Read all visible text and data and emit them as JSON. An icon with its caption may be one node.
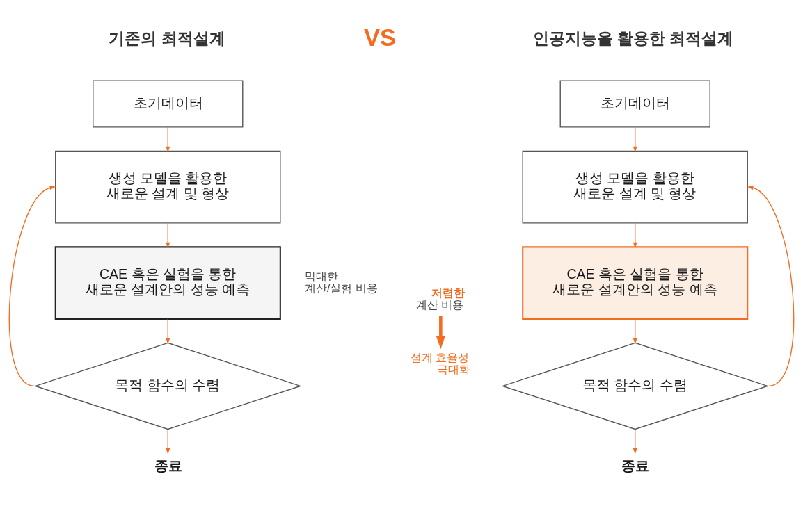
{
  "diagram": {
    "nodes": [
      {
        "text": [
          "초기데이터"
        ]
      },
      {
        "text": [
          "생성 모델을 활용한 새로운 설계 및 형상"
        ]
      },
      {
        "text": [
          "CAE 혹은 실험을 통한 새로운 설계안의 성능 예측"
        ],
        "beside": [
          "막대한 계산/실험 비용"
        ]
      },
      {
        "text": [
          "목적 함수의 수렴"
        ]
      },
      {
        "text": [
          "종료"
        ]
      },
      {
        "text": [
          "초기데이터"
        ]
      },
      {
        "text": [
          "생성 모델을 활용한 새로운 설계 및 형상"
        ]
      },
      {
        "text": [
          "CAE 혹은 실험을 통한 새로운 설계안의 성능 예측"
        ]
      },
      {
        "text": [
          "**저렴한** 계산 비용"
        ]
      },
      {
        "text": [
          "설계 효율성 극대화"
        ]
      },
      {
        "text": [
          "목적 함수의 수렴"
        ]
      },
      {
        "text": [
          "종료"
        ]
      }
    ],
    "edges": [
      {
        "from": 0,
        "to": 1,
        "arrow": "to"
      },
      {
        "from": 1,
        "to": 2,
        "arrow": "to"
      },
      {
        "from": 2,
        "to": 3,
        "arrow": "to"
      },
      {
        "from": 3,
        "to": 4,
        "arrow": "to"
      },
      {
        "from": 3,
        "to": 1,
        "arrow": "to"
      },
      {
        "from": 5,
        "to": 6,
        "arrow": "to"
      },
      {
        "from": 6,
        "to": 7,
        "arrow": "to"
      },
      {
        "from": 7,
        "to": 10,
        "arrow": "to"
      },
      {
        "from": 10,
        "to": 11,
        "arrow": "to"
      },
      {
        "from": 10,
        "to": 6,
        "arrow": "to"
      },
      {
        "from": 8,
        "to": 9,
        "arrow": "to",
        "style": "thick"
      }
    ],
    "labels": [
      "기존의 최적설계",
      "VS",
      "인공지능을 활용한 최적설계"
    ]
  }
}
